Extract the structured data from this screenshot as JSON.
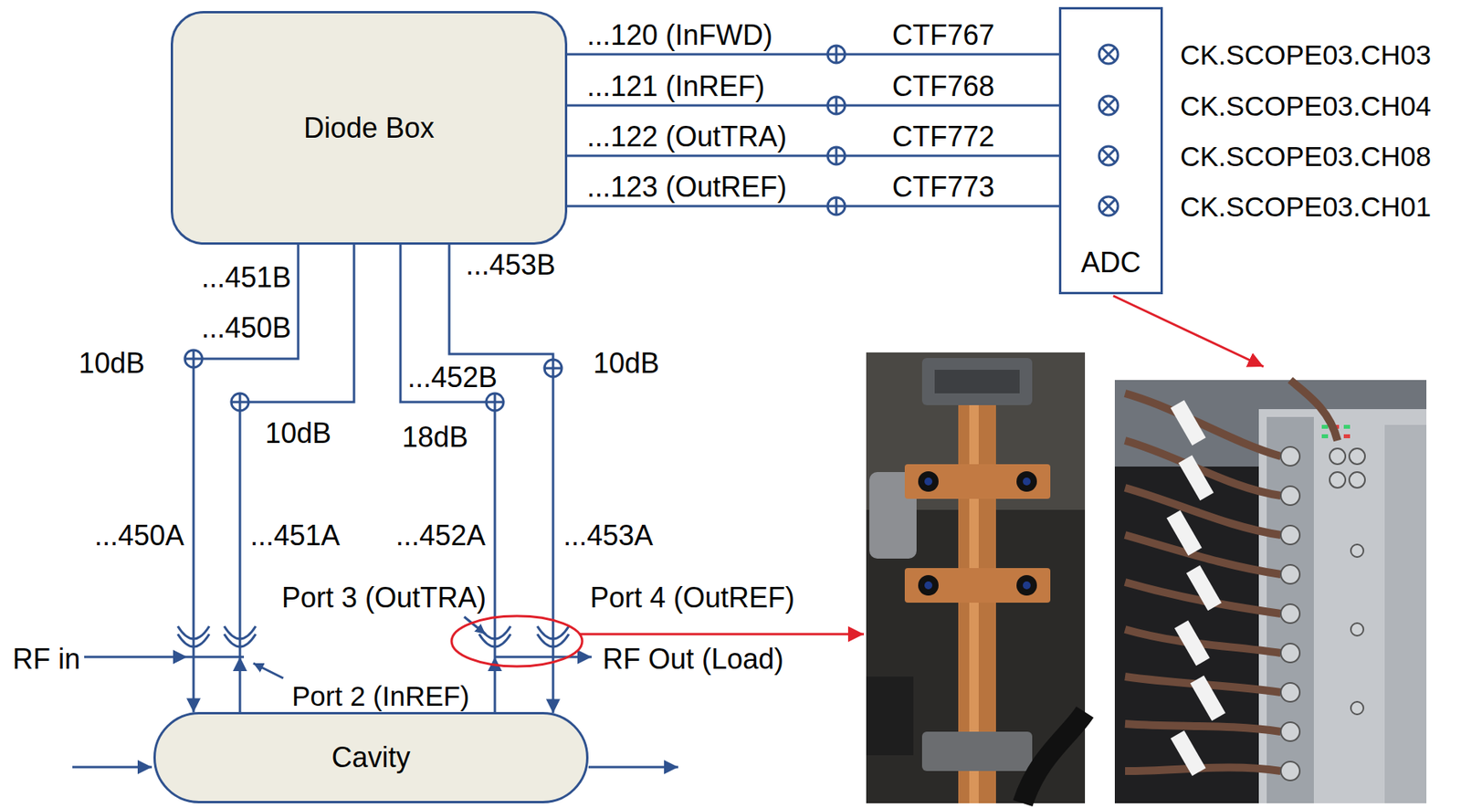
{
  "diagram": {
    "nodes": [
      {
        "text": [
          "Diode Box"
        ]
      },
      {
        "text": [
          "ADC"
        ]
      },
      {
        "text": [
          "Cavity"
        ]
      }
    ],
    "edges": [
      {
        "from": 0,
        "to": 1,
        "arrow": "none",
        "label": "...120 (InFWD)"
      },
      {
        "from": 0,
        "to": 1,
        "arrow": "none",
        "label": "...121 (InREF)"
      },
      {
        "from": 0,
        "to": 1,
        "arrow": "none",
        "label": "...122 (OutTRA)"
      },
      {
        "from": 0,
        "to": 1,
        "arrow": "none",
        "label": "...123 (OutREF)"
      },
      {
        "from": 0,
        "to": 2,
        "arrow": "to",
        "label": "...450A"
      },
      {
        "from": 2,
        "to": 0,
        "arrow": "to",
        "label": "...451A"
      },
      {
        "from": 2,
        "to": 0,
        "arrow": "to",
        "label": "...452A"
      },
      {
        "from": 0,
        "to": 2,
        "arrow": "to",
        "label": "...453A"
      }
    ],
    "labels": [
      "CTF767",
      "CTF768",
      "CTF772",
      "CTF773",
      "CK.SCOPE03.CH03",
      "CK.SCOPE03.CH04",
      "CK.SCOPE03.CH08",
      "CK.SCOPE03.CH01",
      "...450B",
      "...451B",
      "...452B",
      "...453B",
      "10dB",
      "10dB",
      "18dB",
      "10dB",
      "Port 3 (OutTRA)",
      "Port 4 (OutREF)",
      "RF in",
      "RF Out (Load)",
      "Port 2 (InREF)"
    ]
  }
}
